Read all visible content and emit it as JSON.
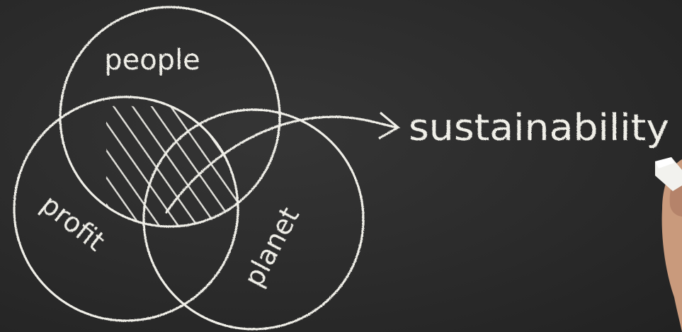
{
  "diagram": {
    "circles": [
      {
        "id": "people",
        "label": "people"
      },
      {
        "id": "profit",
        "label": "profit"
      },
      {
        "id": "planet",
        "label": "planet"
      }
    ],
    "result_label": "sustainability"
  },
  "colors": {
    "board": "#2b2b2b",
    "chalk": "#f0efe8"
  }
}
